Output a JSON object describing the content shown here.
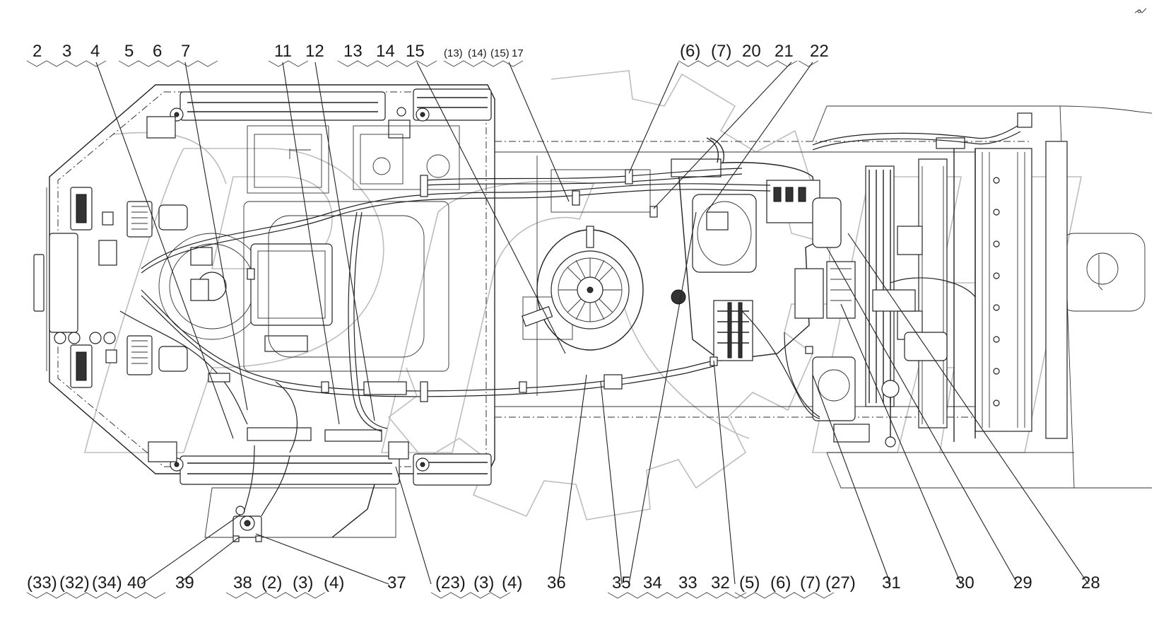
{
  "diagram": {
    "top_labels": [
      {
        "id": "t2",
        "text": "2"
      },
      {
        "id": "t3",
        "text": "3"
      },
      {
        "id": "t4",
        "text": "4"
      },
      {
        "id": "t5",
        "text": "5"
      },
      {
        "id": "t6",
        "text": "6"
      },
      {
        "id": "t7",
        "text": "7"
      },
      {
        "id": "t11",
        "text": "11"
      },
      {
        "id": "t12",
        "text": "12"
      },
      {
        "id": "t13",
        "text": "13"
      },
      {
        "id": "t14",
        "text": "14"
      },
      {
        "id": "t15",
        "text": "15"
      },
      {
        "id": "tp13",
        "text": "(13)"
      },
      {
        "id": "tp14",
        "text": "(14)"
      },
      {
        "id": "tp15",
        "text": "(15)"
      },
      {
        "id": "t17",
        "text": "17"
      },
      {
        "id": "tp6",
        "text": "(6)"
      },
      {
        "id": "tp7",
        "text": "(7)"
      },
      {
        "id": "t20",
        "text": "20"
      },
      {
        "id": "t21",
        "text": "21"
      },
      {
        "id": "t22",
        "text": "22"
      }
    ],
    "bottom_labels": [
      {
        "id": "bp33",
        "text": "(33)"
      },
      {
        "id": "bp32",
        "text": "(32)"
      },
      {
        "id": "bp34",
        "text": "(34)"
      },
      {
        "id": "b40",
        "text": "40"
      },
      {
        "id": "b39",
        "text": "39"
      },
      {
        "id": "b38",
        "text": "38"
      },
      {
        "id": "bp2",
        "text": "(2)"
      },
      {
        "id": "bp3a",
        "text": "(3)"
      },
      {
        "id": "bp4a",
        "text": "(4)"
      },
      {
        "id": "b37",
        "text": "37"
      },
      {
        "id": "bp23",
        "text": "(23)"
      },
      {
        "id": "bp3b",
        "text": "(3)"
      },
      {
        "id": "bp4b",
        "text": "(4)"
      },
      {
        "id": "b36",
        "text": "36"
      },
      {
        "id": "b35",
        "text": "35"
      },
      {
        "id": "b34",
        "text": "34"
      },
      {
        "id": "b33",
        "text": "33"
      },
      {
        "id": "b32",
        "text": "32"
      },
      {
        "id": "bp5",
        "text": "(5)"
      },
      {
        "id": "bp6",
        "text": "(6)"
      },
      {
        "id": "bp7",
        "text": "(7)"
      },
      {
        "id": "bp27",
        "text": "(27)"
      },
      {
        "id": "b31",
        "text": "31"
      },
      {
        "id": "b30",
        "text": "30"
      },
      {
        "id": "b29",
        "text": "29"
      },
      {
        "id": "b28",
        "text": "28"
      }
    ],
    "colors": {
      "line": "#222222",
      "watermark": "#bdbdbd",
      "background": "#ffffff"
    },
    "icons": {
      "fan": "radiator-fan-icon",
      "blower": "blower-wheel-icon",
      "tank": "expansion-tank-icon"
    }
  }
}
